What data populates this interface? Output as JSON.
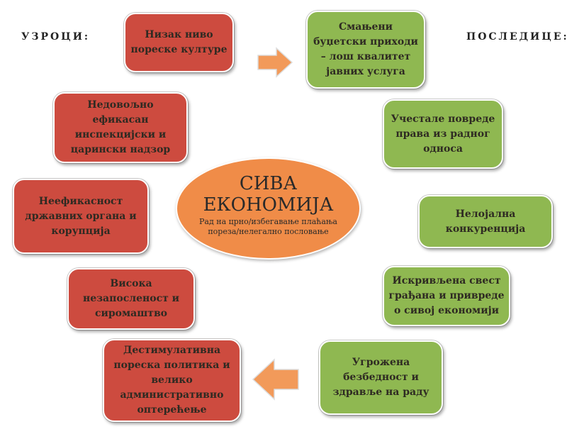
{
  "headers": {
    "causes": "УЗРОЦИ:",
    "consequences": "ПОСЛЕДИЦЕ:"
  },
  "center": {
    "title_line1": "СИВА",
    "title_line2": "ЕКОНОМИЈА",
    "subtitle_line1": "Рад на црно/избегавање плаћања",
    "subtitle_line2": "пореза/нелегално пословање"
  },
  "causes": [
    "Низак ниво пореске културе",
    "Недовољно ефикасан инспекцијски и царински надзор",
    "Неефикасност државних органа и корупција",
    "Висока незапосленост и сиромаштво",
    "Дестимулативна пореска политика и велико административно оптерећење"
  ],
  "consequences": [
    "Смањени буџетски приходи – лош квалитет јавних услуга",
    "Учестале повреде права из радног односа",
    "Нелојална конкуренција",
    "Искривљена свест грађана и привреде о сивој економији",
    "Угрожена безбедност и здравље на раду"
  ],
  "colors": {
    "cause": "#cd4b3f",
    "consequence": "#8fb851",
    "center": "#f08c48",
    "arrow": "#f29a5a"
  }
}
